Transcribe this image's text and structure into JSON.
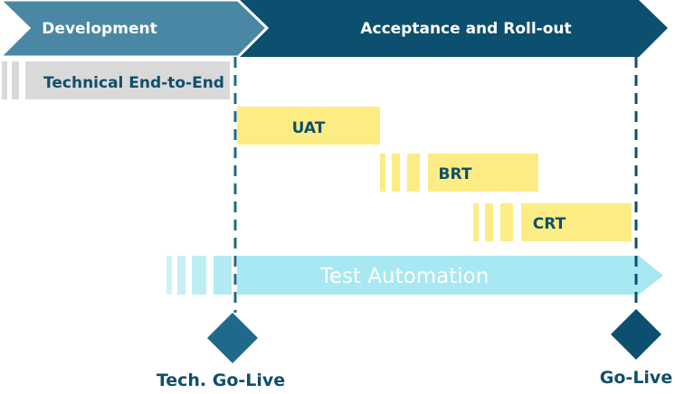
{
  "phases": {
    "development": {
      "label": "Development",
      "color": "#4a87a5"
    },
    "acceptance": {
      "label": "Acceptance and Roll-out",
      "color": "#0d4f6e"
    }
  },
  "activities": {
    "technical": {
      "label": "Technical End-to-End",
      "color": "#d9d9d9"
    },
    "uat": {
      "label": "UAT",
      "color": "#fcec84"
    },
    "brt": {
      "label": "BRT",
      "color": "#fcec84"
    },
    "crt": {
      "label": "CRT",
      "color": "#fcec84"
    },
    "automation": {
      "label": "Test Automation",
      "color": "#a8e8f2"
    }
  },
  "milestones": {
    "tech_go_live": {
      "label": "Tech. Go-Live",
      "color": "#1f6a8a"
    },
    "go_live": {
      "label": "Go-Live",
      "color": "#0d4f6e"
    }
  }
}
